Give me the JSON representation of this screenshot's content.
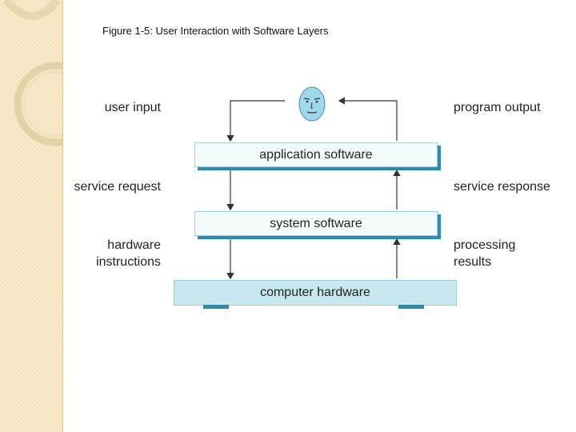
{
  "figure_title": "Figure 1-5: User Interaction with Software Layers",
  "left_labels": {
    "user_input": "user input",
    "service_request": "service request",
    "hardware_instructions": [
      "hardware",
      "instructions"
    ]
  },
  "right_labels": {
    "program_output": "program output",
    "service_response": "service response",
    "processing_results": [
      "processing",
      "results"
    ]
  },
  "layers": {
    "application": "application software",
    "system": "system software",
    "hardware": "computer hardware"
  },
  "colors": {
    "layer_fill": "#f4fbfc",
    "hardware_fill": "#c8e8f0",
    "accent": "#2c8ab5",
    "face": "#9fd8ec"
  },
  "icons": {
    "user": "user-face-icon"
  }
}
